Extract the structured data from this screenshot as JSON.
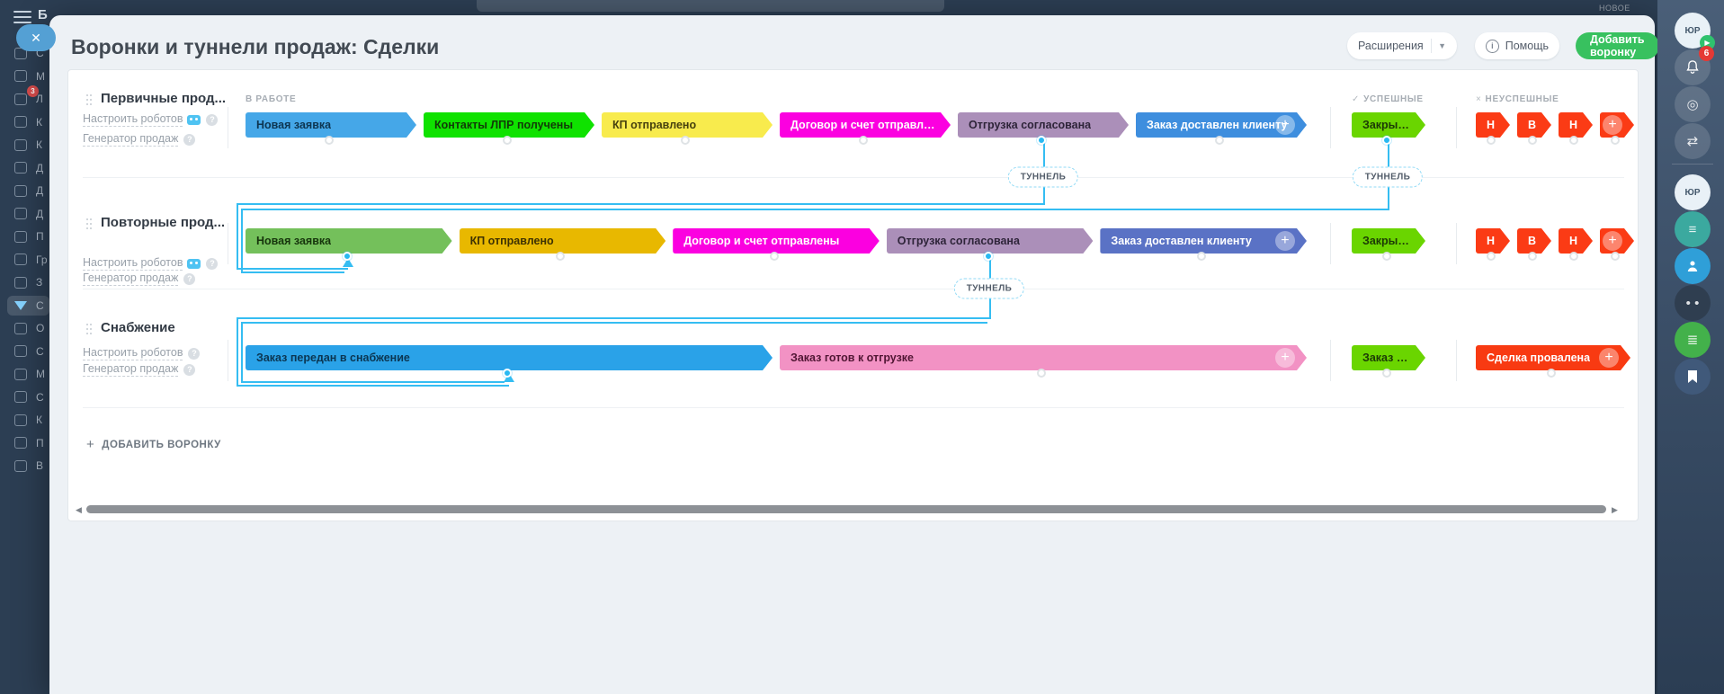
{
  "backdrop": {
    "new_badge": "НОВОЕ",
    "brand_letter": "Б"
  },
  "left_sidebar": {
    "items": [
      {
        "name": "sidebar-item-copilot",
        "letter": "С"
      },
      {
        "name": "sidebar-item-messenger",
        "letter": "М"
      },
      {
        "name": "sidebar-item-feed",
        "letter": "Л",
        "badge": "3"
      },
      {
        "name": "sidebar-item-collabs",
        "letter": "К"
      },
      {
        "name": "sidebar-item-calendar",
        "letter": "К"
      },
      {
        "name": "sidebar-item-docs",
        "letter": "Д"
      },
      {
        "name": "sidebar-item-boards",
        "letter": "Д"
      },
      {
        "name": "sidebar-item-drive",
        "letter": "Д"
      },
      {
        "name": "sidebar-item-mail",
        "letter": "П"
      },
      {
        "name": "sidebar-item-groups",
        "letter": "Гр"
      },
      {
        "name": "sidebar-item-tasks",
        "letter": "З"
      },
      {
        "name": "sidebar-item-crm",
        "letter": "С",
        "active": true
      },
      {
        "name": "sidebar-item-automation",
        "letter": "О"
      },
      {
        "name": "sidebar-item-warehouse",
        "letter": "С"
      },
      {
        "name": "sidebar-item-marketing",
        "letter": "М"
      },
      {
        "name": "sidebar-item-sites",
        "letter": "С"
      },
      {
        "name": "sidebar-item-sign",
        "letter": "К"
      },
      {
        "name": "sidebar-item-processes",
        "letter": "П"
      },
      {
        "name": "sidebar-item-bi",
        "letter": "В"
      }
    ]
  },
  "right_sidebar": {
    "notification_count": "6",
    "icons": [
      {
        "name": "profile-avatar-icon",
        "type": "avatar",
        "text": "ЮР"
      },
      {
        "name": "notifications-bell-icon",
        "type": "bell",
        "badge": "6"
      },
      {
        "name": "history-spiral-icon",
        "type": "glyph",
        "glyph": "◎",
        "bg": ""
      },
      {
        "name": "messenger-exchange-icon",
        "type": "glyph",
        "glyph": "⇄",
        "bg": ""
      },
      {
        "name": "rail-divider",
        "type": "divider"
      },
      {
        "name": "portal-logo-icon",
        "type": "avatar",
        "text": "ЮР"
      },
      {
        "name": "chat-widget-icon",
        "type": "glyph",
        "glyph": "≡",
        "bg": "#3ba99f"
      },
      {
        "name": "clients-person-icon",
        "type": "person",
        "bg": "#2f9fd8"
      },
      {
        "name": "mascot-owl-icon",
        "type": "glyph",
        "glyph": "• •",
        "bg": "#2f3e50"
      },
      {
        "name": "news-doc-icon",
        "type": "glyph",
        "glyph": "≣",
        "bg": "#43b14b"
      },
      {
        "name": "bookmark-icon",
        "type": "bookmark",
        "bg": "#40597a"
      }
    ]
  },
  "modal": {
    "title": "Воронки и туннели продаж: Сделки",
    "close_glyph": "✕",
    "extensions_label": "Расширения",
    "help_label": "Помощь",
    "add_funnel_button": "Добавить воронку",
    "panel": {
      "group_labels": {
        "in_work": "В РАБОТЕ",
        "success": "УСПЕШНЫЕ",
        "fail": "НЕУСПЕШНЫЕ"
      },
      "success_mark": "✓",
      "fail_mark": "×",
      "tunnel_label": "ТУННЕЛЬ",
      "robots_label": "Настроить роботов",
      "generator_label": "Генератор продаж",
      "add_funnel_label": "ДОБАВИТЬ ВОРОНКУ",
      "funnels": [
        {
          "name": "Первичные прод...",
          "robot_icon": true,
          "stages": [
            {
              "label": "Новая заявка",
              "bg": "#45a7e8",
              "fg": "#0d3551",
              "marker": "ring"
            },
            {
              "label": "Контакты ЛПР получены",
              "bg": "#0fe200",
              "fg": "#113b07",
              "marker": "ring"
            },
            {
              "label": "КП отправлено",
              "bg": "#f8eb4d",
              "fg": "#47410e",
              "marker": "ring"
            },
            {
              "label": "Договор и счет отправлены",
              "bg": "#fb00e0",
              "fg": "#ffffff",
              "marker": "ring"
            },
            {
              "label": "Отгрузка согласована",
              "bg": "#ab8fb9",
              "fg": "#2e2439",
              "marker": "source"
            },
            {
              "label": "Заказ доставлен клиенту",
              "bg": "#3e8ede",
              "fg": "#ffffff",
              "marker": "ring",
              "plus": true
            }
          ],
          "success": {
            "label": "Закрыва...",
            "bg": "#6ad500",
            "fg": "#1c3a06",
            "marker": "source"
          },
          "fails": [
            {
              "label": "Н",
              "bg": "#fb3b15",
              "fg": "#ffffff"
            },
            {
              "label": "В",
              "bg": "#fb3b15",
              "fg": "#ffffff"
            },
            {
              "label": "Н",
              "bg": "#fb3b15",
              "fg": "#ffffff"
            },
            {
              "label": "",
              "bg": "#fb3b15",
              "fg": "#ffffff",
              "plus": true
            }
          ]
        },
        {
          "name": "Повторные прод...",
          "robot_icon": true,
          "stages": [
            {
              "label": "Новая заявка",
              "bg": "#74c05b",
              "fg": "#16340c",
              "marker": "target"
            },
            {
              "label": "КП отправлено",
              "bg": "#e8b800",
              "fg": "#3e3203",
              "marker": "ring"
            },
            {
              "label": "Договор и счет отправлены",
              "bg": "#fb00e0",
              "fg": "#ffffff",
              "marker": "ring"
            },
            {
              "label": "Отгрузка согласована",
              "bg": "#ab8fb9",
              "fg": "#2e2439",
              "marker": "source"
            },
            {
              "label": "Заказ доставлен клиенту",
              "bg": "#5a72c5",
              "fg": "#ffffff",
              "marker": "ring",
              "plus": true
            }
          ],
          "success": {
            "label": "Закрыва...",
            "bg": "#6ad500",
            "fg": "#1c3a06",
            "marker": "ring"
          },
          "fails": [
            {
              "label": "Н",
              "bg": "#fb3b15",
              "fg": "#ffffff"
            },
            {
              "label": "В",
              "bg": "#fb3b15",
              "fg": "#ffffff"
            },
            {
              "label": "Н",
              "bg": "#fb3b15",
              "fg": "#ffffff"
            },
            {
              "label": "",
              "bg": "#fb3b15",
              "fg": "#ffffff",
              "plus": true
            }
          ]
        },
        {
          "name": "Снабжение",
          "robot_icon": false,
          "stages": [
            {
              "label": "Заказ передан в снабжение",
              "bg": "#2aa2e8",
              "fg": "#0b3652",
              "marker": "target"
            },
            {
              "label": "Заказ готов к отгрузке",
              "bg": "#f292c4",
              "fg": "#511634",
              "marker": "ring",
              "plus": true
            }
          ],
          "success": {
            "label": "Заказ до...",
            "bg": "#6ad500",
            "fg": "#1c3a06",
            "marker": "ring"
          },
          "fails": [
            {
              "label": "Сделка провалена",
              "bg": "#f83a12",
              "fg": "#ffffff",
              "marker": "ring",
              "plus": true,
              "wide": true
            }
          ]
        }
      ]
    }
  }
}
